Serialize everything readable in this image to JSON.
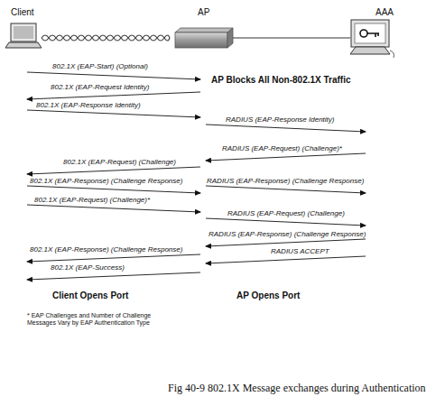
{
  "diagram": {
    "caption": "Fig 40-9 802.1X Message exchanges during Authentication",
    "labels": [
      "Client",
      "AP",
      "AAA",
      "802.1X (EAP-Start) (Optional)",
      "AP Blocks All Non-802.1X Traffic",
      "802.1X (EAP-Request Identity)",
      "802.1X (EAP-Response Identity)",
      "RADIUS (EAP-Response Identity)",
      "RADIUS (EAP-Request) (Challenge)*",
      "802.1X (EAP-Request) (Challenge)",
      "802.1X (EAP-Response) (Challenge Response)",
      "RADIUS (EAP-Response) (Challenge Response)",
      "802.1X (EAP-Request) (Challenge)*",
      "RADIUS (EAP-Request) (Challenge)",
      "RADIUS (EAP-Response) (Challenge Response)",
      "802.1X (EAP-Response) (Challenge Response)",
      "RADIUS ACCEPT",
      "802.1X (EAP-Success)",
      "Client Opens Port",
      "AP Opens Port",
      "* EAP Challenges and Number of Challenge Messages Vary by EAP Authentication Type"
    ]
  }
}
